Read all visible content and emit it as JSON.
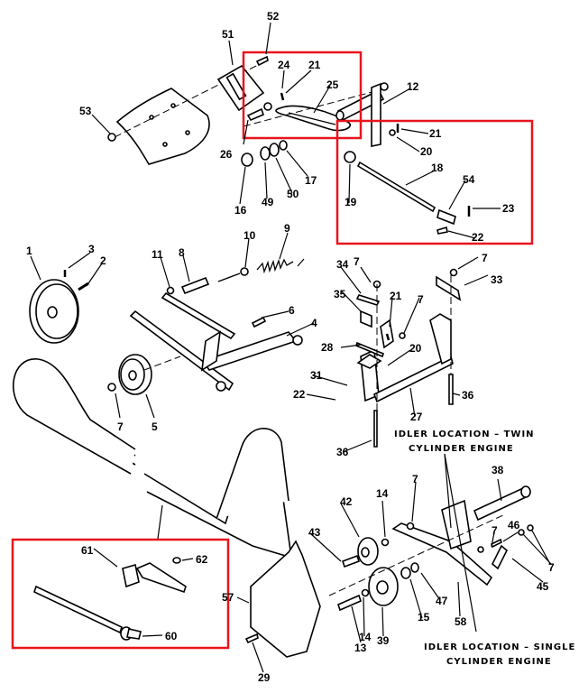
{
  "title": "Drive belt / idler assembly exploded parts diagram",
  "highlight_color": "#e8141c",
  "callouts": {
    "c1": "1",
    "c2": "2",
    "c3": "3",
    "c4": "4",
    "c5": "5",
    "c6": "6",
    "c7a": "7",
    "c7b": "7",
    "c7c": "7",
    "c7d": "7",
    "c7e": "7",
    "c7f": "7",
    "c7g": "7",
    "c8": "8",
    "c9": "9",
    "c10": "10",
    "c11": "11",
    "c12": "12",
    "c13": "13",
    "c14a": "14",
    "c14b": "14",
    "c15": "15",
    "c16": "16",
    "c17": "17",
    "c18": "18",
    "c19": "19",
    "c20a": "20",
    "c20b": "20",
    "c21a": "21",
    "c21b": "21",
    "c21c": "21",
    "c22a": "22",
    "c22b": "22",
    "c23": "23",
    "c24": "24",
    "c25": "25",
    "c26": "26",
    "c27": "27",
    "c28": "28",
    "c29": "29",
    "c31": "31",
    "c33": "33",
    "c34": "34",
    "c35": "35",
    "c36a": "36",
    "c36b": "36",
    "c38": "38",
    "c39": "39",
    "c42": "42",
    "c43": "43",
    "c45": "45",
    "c46": "46",
    "c47": "47",
    "c49": "49",
    "c50": "50",
    "c51": "51",
    "c52": "52",
    "c53": "53",
    "c54": "54",
    "c57": "57",
    "c58": "58",
    "c60": "60",
    "c61": "61",
    "c62": "62"
  },
  "captions": {
    "twin_line1": "IDLER LOCATION – TWIN",
    "twin_line2": "CYLINDER ENGINE",
    "single_line1": "IDLER LOCATION – SINGLE",
    "single_line2": "CYLINDER ENGINE"
  },
  "highlight_boxes": [
    {
      "name": "upper-linkage-highlight",
      "contains": [
        "21",
        "24",
        "25",
        "26"
      ]
    },
    {
      "name": "control-rod-highlight",
      "contains": [
        "18",
        "19",
        "20",
        "21",
        "22",
        "23",
        "54"
      ]
    },
    {
      "name": "lower-left-highlight",
      "contains": [
        "60",
        "61",
        "62"
      ]
    }
  ]
}
